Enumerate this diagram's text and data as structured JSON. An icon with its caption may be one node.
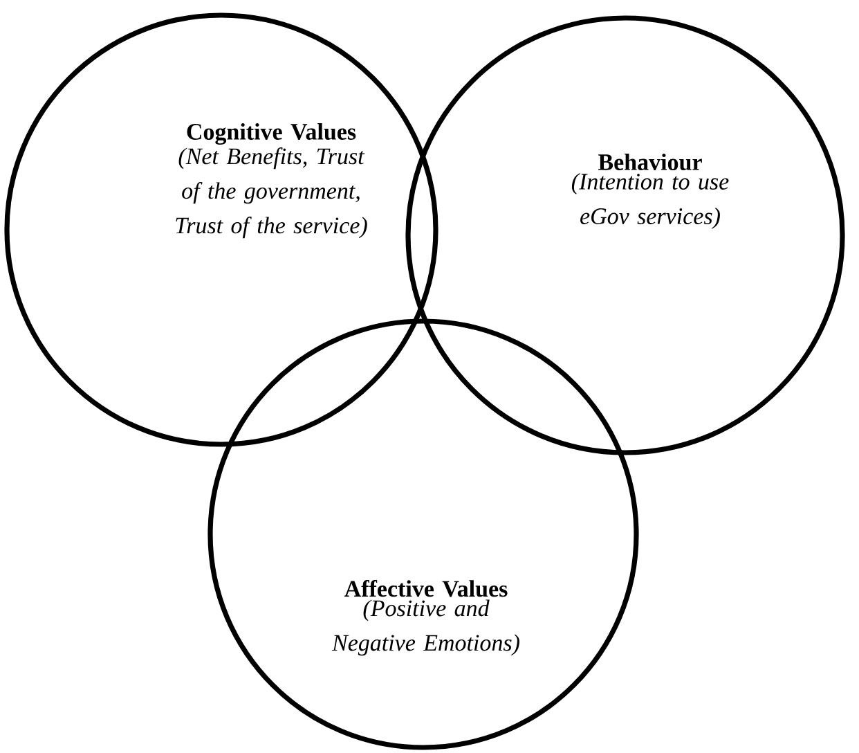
{
  "diagram": {
    "nodes": [
      {
        "text": [
          "Cognitive Values",
          "(Net Benefits, Trust of the government, Trust of the service)"
        ]
      },
      {
        "text": [
          "Behaviour",
          "(Intention to use eGov services)"
        ]
      },
      {
        "text": [
          "Affective Values",
          "(Positive and Negative Emotions)"
        ]
      }
    ]
  }
}
